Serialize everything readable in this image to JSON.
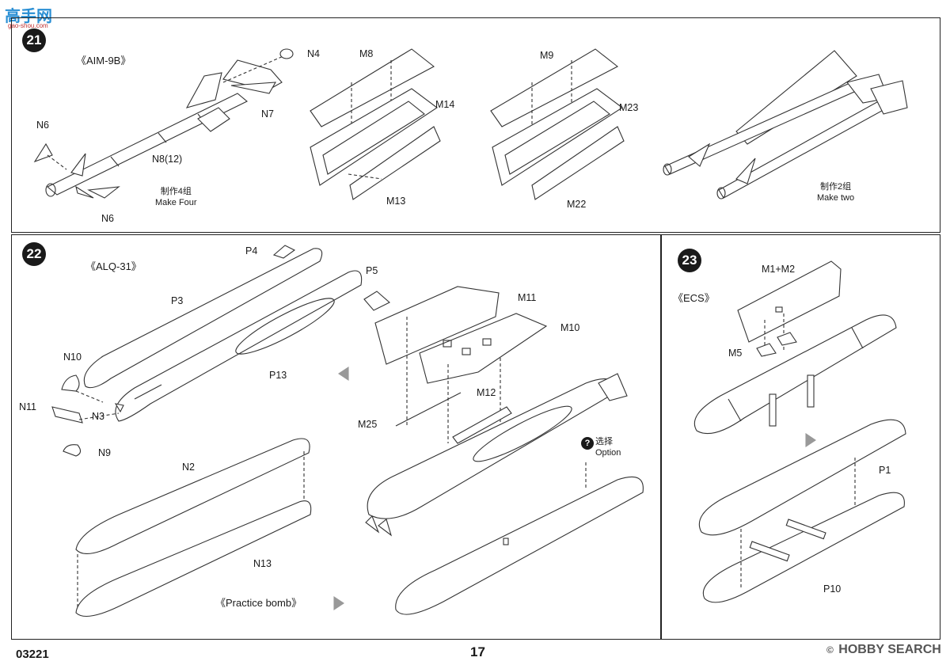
{
  "logo": {
    "text": "高手网",
    "sub": "gao-shou.com"
  },
  "steps": {
    "s21": {
      "number": "21",
      "title": "《AIM-9B》",
      "parts": {
        "n4": "N4",
        "n7": "N7",
        "n6a": "N6",
        "n6b": "N6",
        "n8": "N8(12)",
        "m8": "M8",
        "m14": "M14",
        "m13": "M13",
        "m9": "M9",
        "m23": "M23",
        "m22": "M22"
      },
      "note_four_cn": "制作4组",
      "note_four_en": "Make Four",
      "note_two_cn": "制作2组",
      "note_two_en": "Make two"
    },
    "s22": {
      "number": "22",
      "title": "《ALQ-31》",
      "parts": {
        "p4": "P4",
        "p5": "P5",
        "p3": "P3",
        "p13": "P13",
        "n10": "N10",
        "n11": "N11",
        "n3": "N3",
        "n9": "N9",
        "m11": "M11",
        "m10": "M10",
        "m12": "M12",
        "m25": "M25",
        "n2": "N2",
        "n13": "N13"
      },
      "option_cn": "选择",
      "option_en": "Option",
      "practice_title": "《Practice bomb》"
    },
    "s23": {
      "number": "23",
      "title": "《ECS》",
      "parts": {
        "m1m2": "M1+M2",
        "m5": "M5",
        "p1": "P1",
        "p10": "P10"
      }
    }
  },
  "footer": {
    "code": "03221",
    "page": "17",
    "brand": "HOBBY SEARCH",
    "copyright": "©"
  }
}
